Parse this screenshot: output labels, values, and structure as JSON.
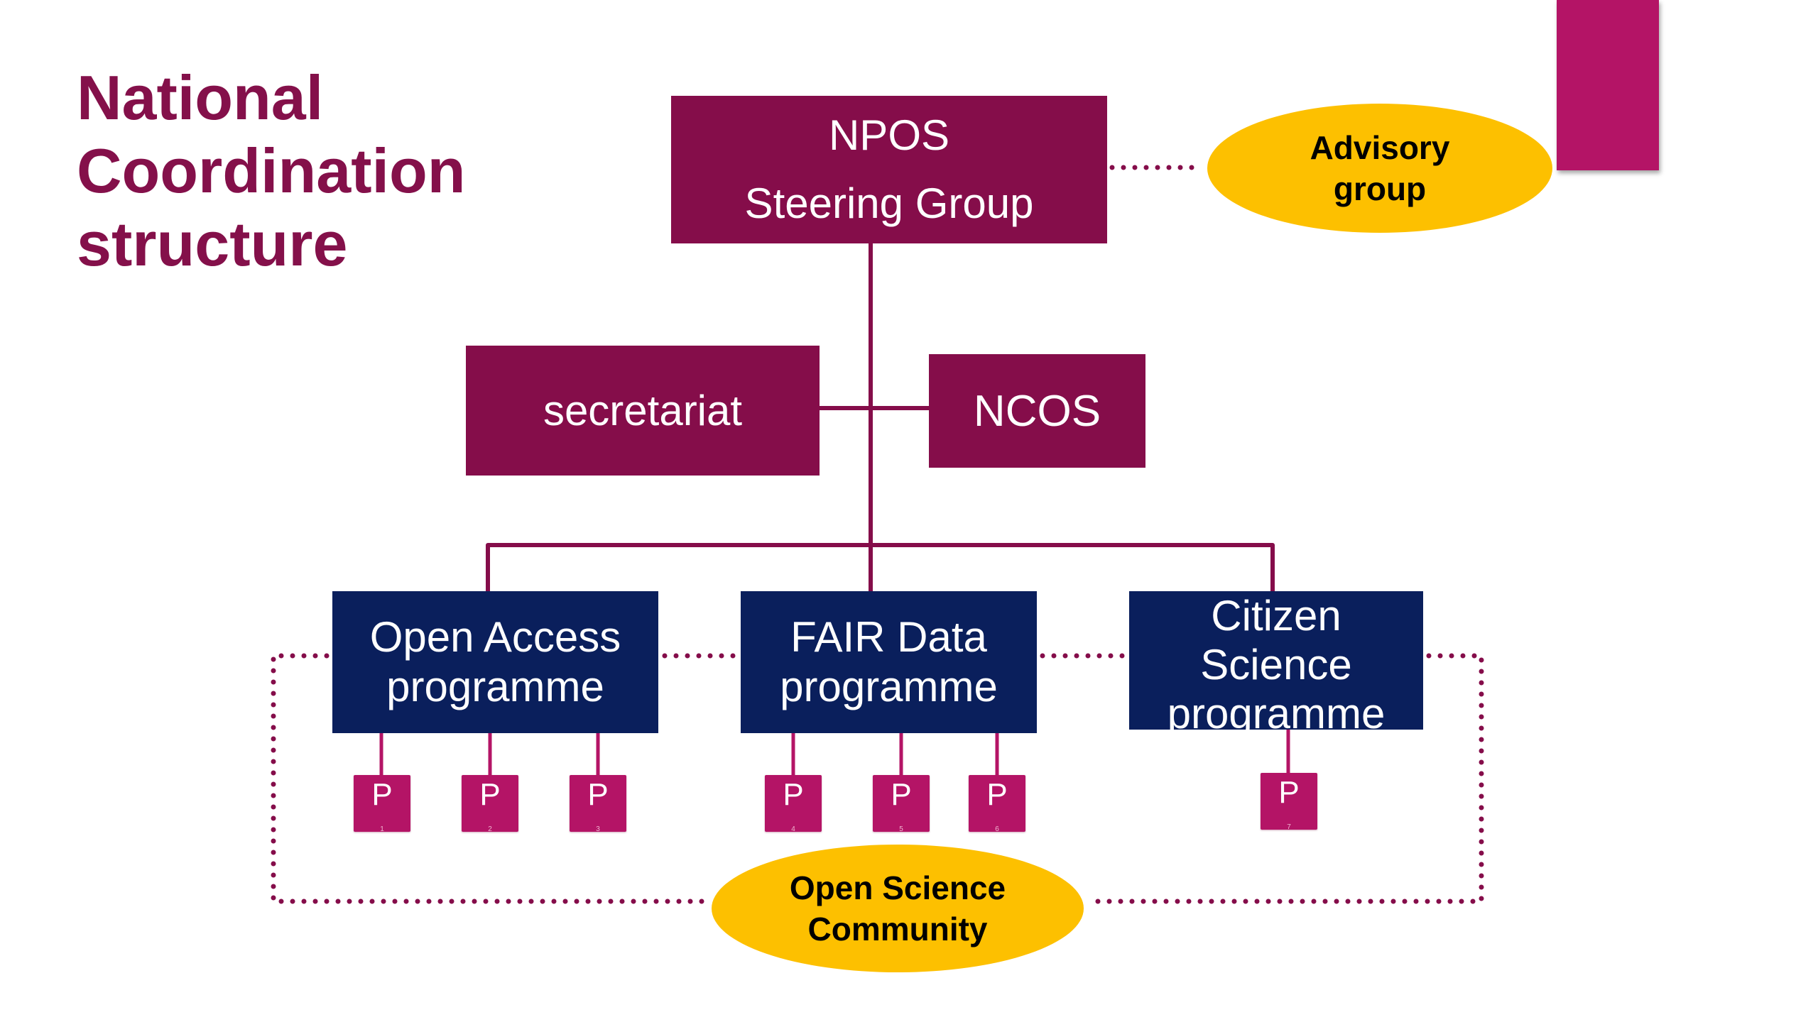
{
  "title": {
    "lines": [
      "National",
      "Coordination",
      "structure"
    ]
  },
  "colors": {
    "title": "#84104A",
    "maroon_box": "#850D4A",
    "navy_box": "#0A1F5C",
    "project_box": "#B41466",
    "ellipse": "#FDC000",
    "connector": "#850D4A"
  },
  "steering": {
    "line1": "NPOS",
    "line2": "Steering Group"
  },
  "advisory": {
    "line1": "Advisory",
    "line2": "group"
  },
  "support": {
    "secretariat": "secretariat",
    "ncos": "NCOS"
  },
  "programmes": [
    {
      "lines": [
        "Open Access",
        "programme"
      ]
    },
    {
      "lines": [
        "FAIR Data",
        "programme"
      ]
    },
    {
      "lines": [
        "Citizen",
        "Science",
        "programme"
      ]
    }
  ],
  "projects": [
    {
      "letter": "P",
      "number": "1",
      "programme": "Open Access programme"
    },
    {
      "letter": "P",
      "number": "2",
      "programme": "Open Access programme"
    },
    {
      "letter": "P",
      "number": "3",
      "programme": "Open Access programme"
    },
    {
      "letter": "P",
      "number": "4",
      "programme": "FAIR Data programme"
    },
    {
      "letter": "P",
      "number": "5",
      "programme": "FAIR Data programme"
    },
    {
      "letter": "P",
      "number": "6",
      "programme": "FAIR Data programme"
    },
    {
      "letter": "P",
      "number": "7",
      "programme": "Citizen Science programme"
    }
  ],
  "community": {
    "line1": "Open Science",
    "line2": "Community"
  }
}
